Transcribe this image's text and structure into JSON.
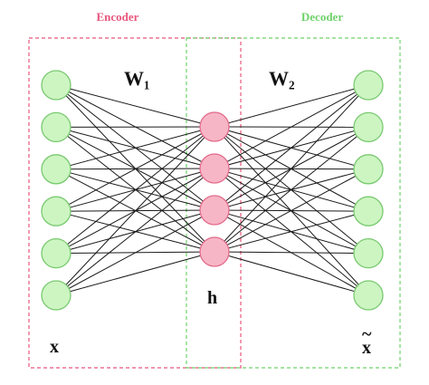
{
  "titles": {
    "encoder": "Encoder",
    "decoder": "Decoder"
  },
  "labels": {
    "w1": "W₁",
    "w2": "W₂",
    "h": "h",
    "x": "x",
    "x_tilde": "x",
    "x_tilde_mark": "~"
  },
  "network": {
    "input_nodes": 6,
    "hidden_nodes": 4,
    "output_nodes": 6,
    "fully_connected": true
  },
  "colors": {
    "encoder_border": "#e8567c",
    "decoder_border": "#6fd26a",
    "io_node_fill": "#cdf5c2",
    "io_node_stroke": "#79c970",
    "hidden_node_fill": "#f7b6c6",
    "hidden_node_stroke": "#e26a8a",
    "edge": "#1a1a1a"
  }
}
